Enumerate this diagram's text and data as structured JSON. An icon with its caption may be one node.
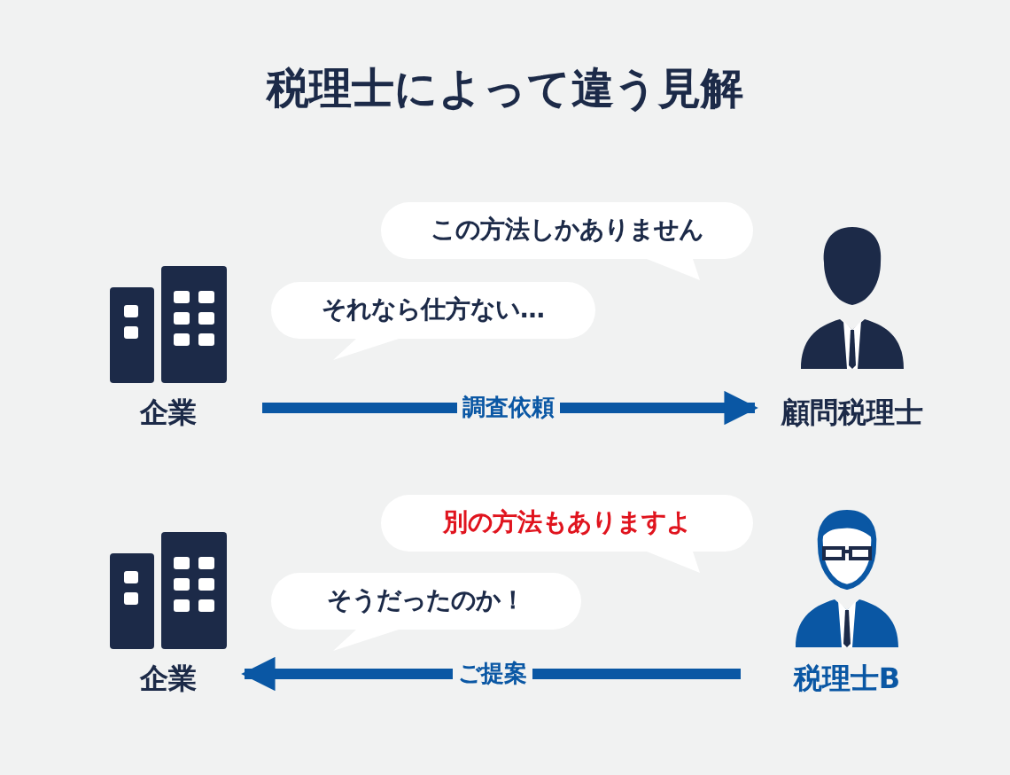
{
  "diagram": {
    "title": "税理士によって違う見解",
    "nodes": [
      {
        "text": [
          "この方法しかありません"
        ]
      },
      {
        "text": [
          "それなら仕方ない…"
        ]
      },
      {
        "text": [
          "企業"
        ]
      },
      {
        "text": [
          "顧問税理士"
        ]
      },
      {
        "text": [
          "別の方法もありますよ"
        ]
      },
      {
        "text": [
          "そうだったのか！"
        ]
      },
      {
        "text": [
          "企業"
        ]
      },
      {
        "text": [
          "税理士B"
        ]
      }
    ],
    "edges": [
      {
        "from": 2,
        "to": 3,
        "arrow": "to",
        "label": "調査依頼"
      },
      {
        "from": 7,
        "to": 6,
        "arrow": "to",
        "label": "ご提案"
      }
    ]
  }
}
